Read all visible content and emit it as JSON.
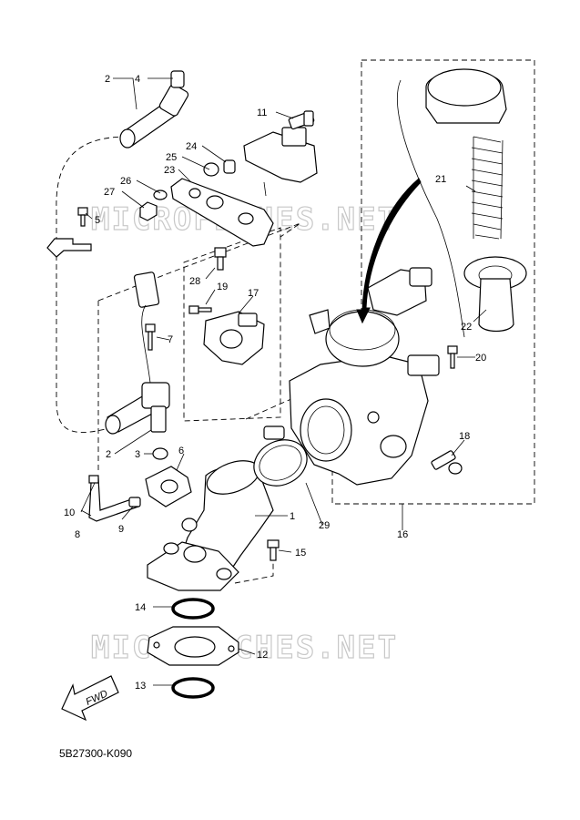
{
  "diagram_code": "5B27300-K090",
  "watermark": "MICROFICHES.NET",
  "fwd_label": "FWD",
  "callouts": [
    "1",
    "2",
    "3",
    "4",
    "5",
    "6",
    "7",
    "8",
    "9",
    "10",
    "11",
    "12",
    "13",
    "14",
    "15",
    "16",
    "17",
    "18",
    "19",
    "20",
    "21",
    "22",
    "23",
    "24",
    "25",
    "26",
    "27",
    "28",
    "29"
  ]
}
